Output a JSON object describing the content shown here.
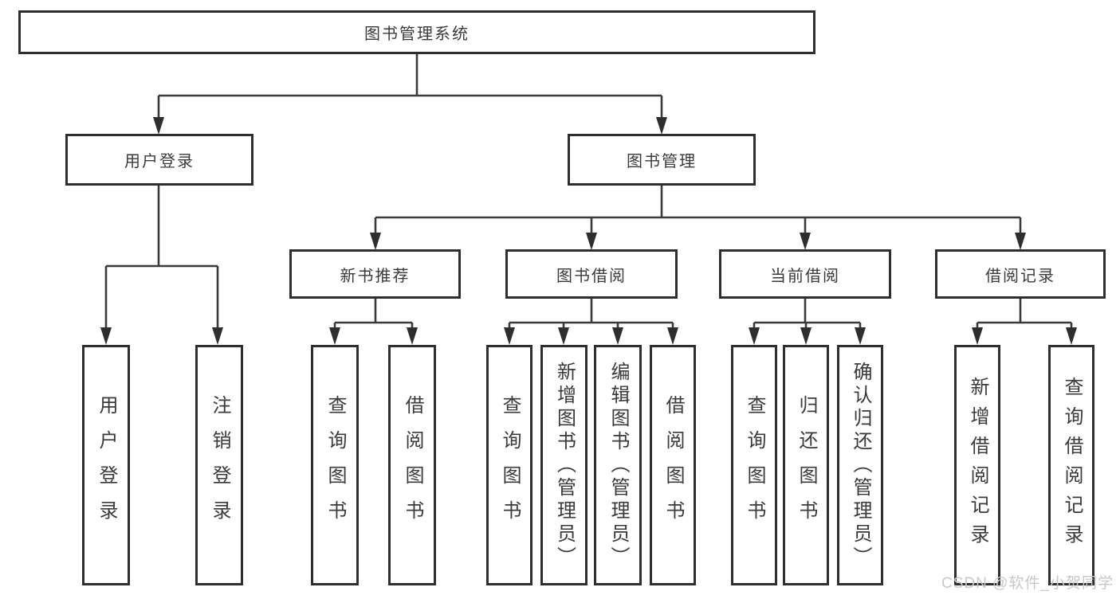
{
  "colors": {
    "background": "#ffffff",
    "line": "#3a3a3a",
    "box_border": "#2e2e2e",
    "text": "#3a3a3a",
    "watermark": "#c8c8c8"
  },
  "diagram": {
    "root": {
      "label": "图书管理系统"
    },
    "level2": [
      {
        "label": "用户登录"
      },
      {
        "label": "图书管理"
      }
    ],
    "level3": [
      {
        "label": "新书推荐"
      },
      {
        "label": "图书借阅"
      },
      {
        "label": "当前借阅"
      },
      {
        "label": "借阅记录"
      }
    ],
    "leaves": [
      {
        "label": "用户登录"
      },
      {
        "label": "注销登录"
      },
      {
        "label": "查询图书"
      },
      {
        "label": "借阅图书"
      },
      {
        "label": "查询图书"
      },
      {
        "label": "新增图书（管理员）"
      },
      {
        "label": "编辑图书（管理员）"
      },
      {
        "label": "借阅图书"
      },
      {
        "label": "查询图书"
      },
      {
        "label": "归还图书"
      },
      {
        "label": "确认归还（管理员）"
      },
      {
        "label": "新增借阅记录"
      },
      {
        "label": "查询借阅记录"
      }
    ]
  },
  "watermark": {
    "text": "CSDN @软件_小贺同学"
  }
}
